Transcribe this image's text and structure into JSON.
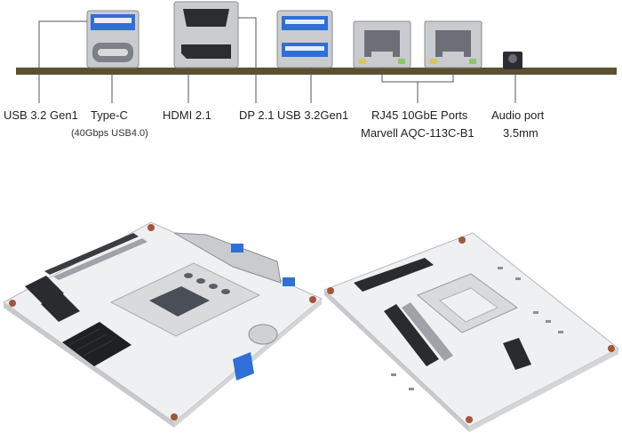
{
  "io_panel": {
    "labels": {
      "usb32_gen1_left": "USB 3.2 Gen1",
      "typec": "Type-C",
      "typec_sub": "(40Gbps USB4.0)",
      "hdmi": "HDMI 2.1",
      "dp": "DP 2.1",
      "usb32_gen1_right": "USB 3.2Gen1",
      "rj45_line1": "RJ45 10GbE Ports",
      "rj45_line2": "Marvell AQC-113C-B1",
      "audio_line1": "Audio port",
      "audio_line2": "3.5mm"
    }
  },
  "colors": {
    "pcb_edge": "#5b5130",
    "usb_blue": "#2f6fd6",
    "metal": "#c9cbcf",
    "board_white": "#f2f3f4",
    "heatsink": "#d9dadc",
    "cpu_die": "#4a4e56",
    "leader_line": "#555555"
  }
}
